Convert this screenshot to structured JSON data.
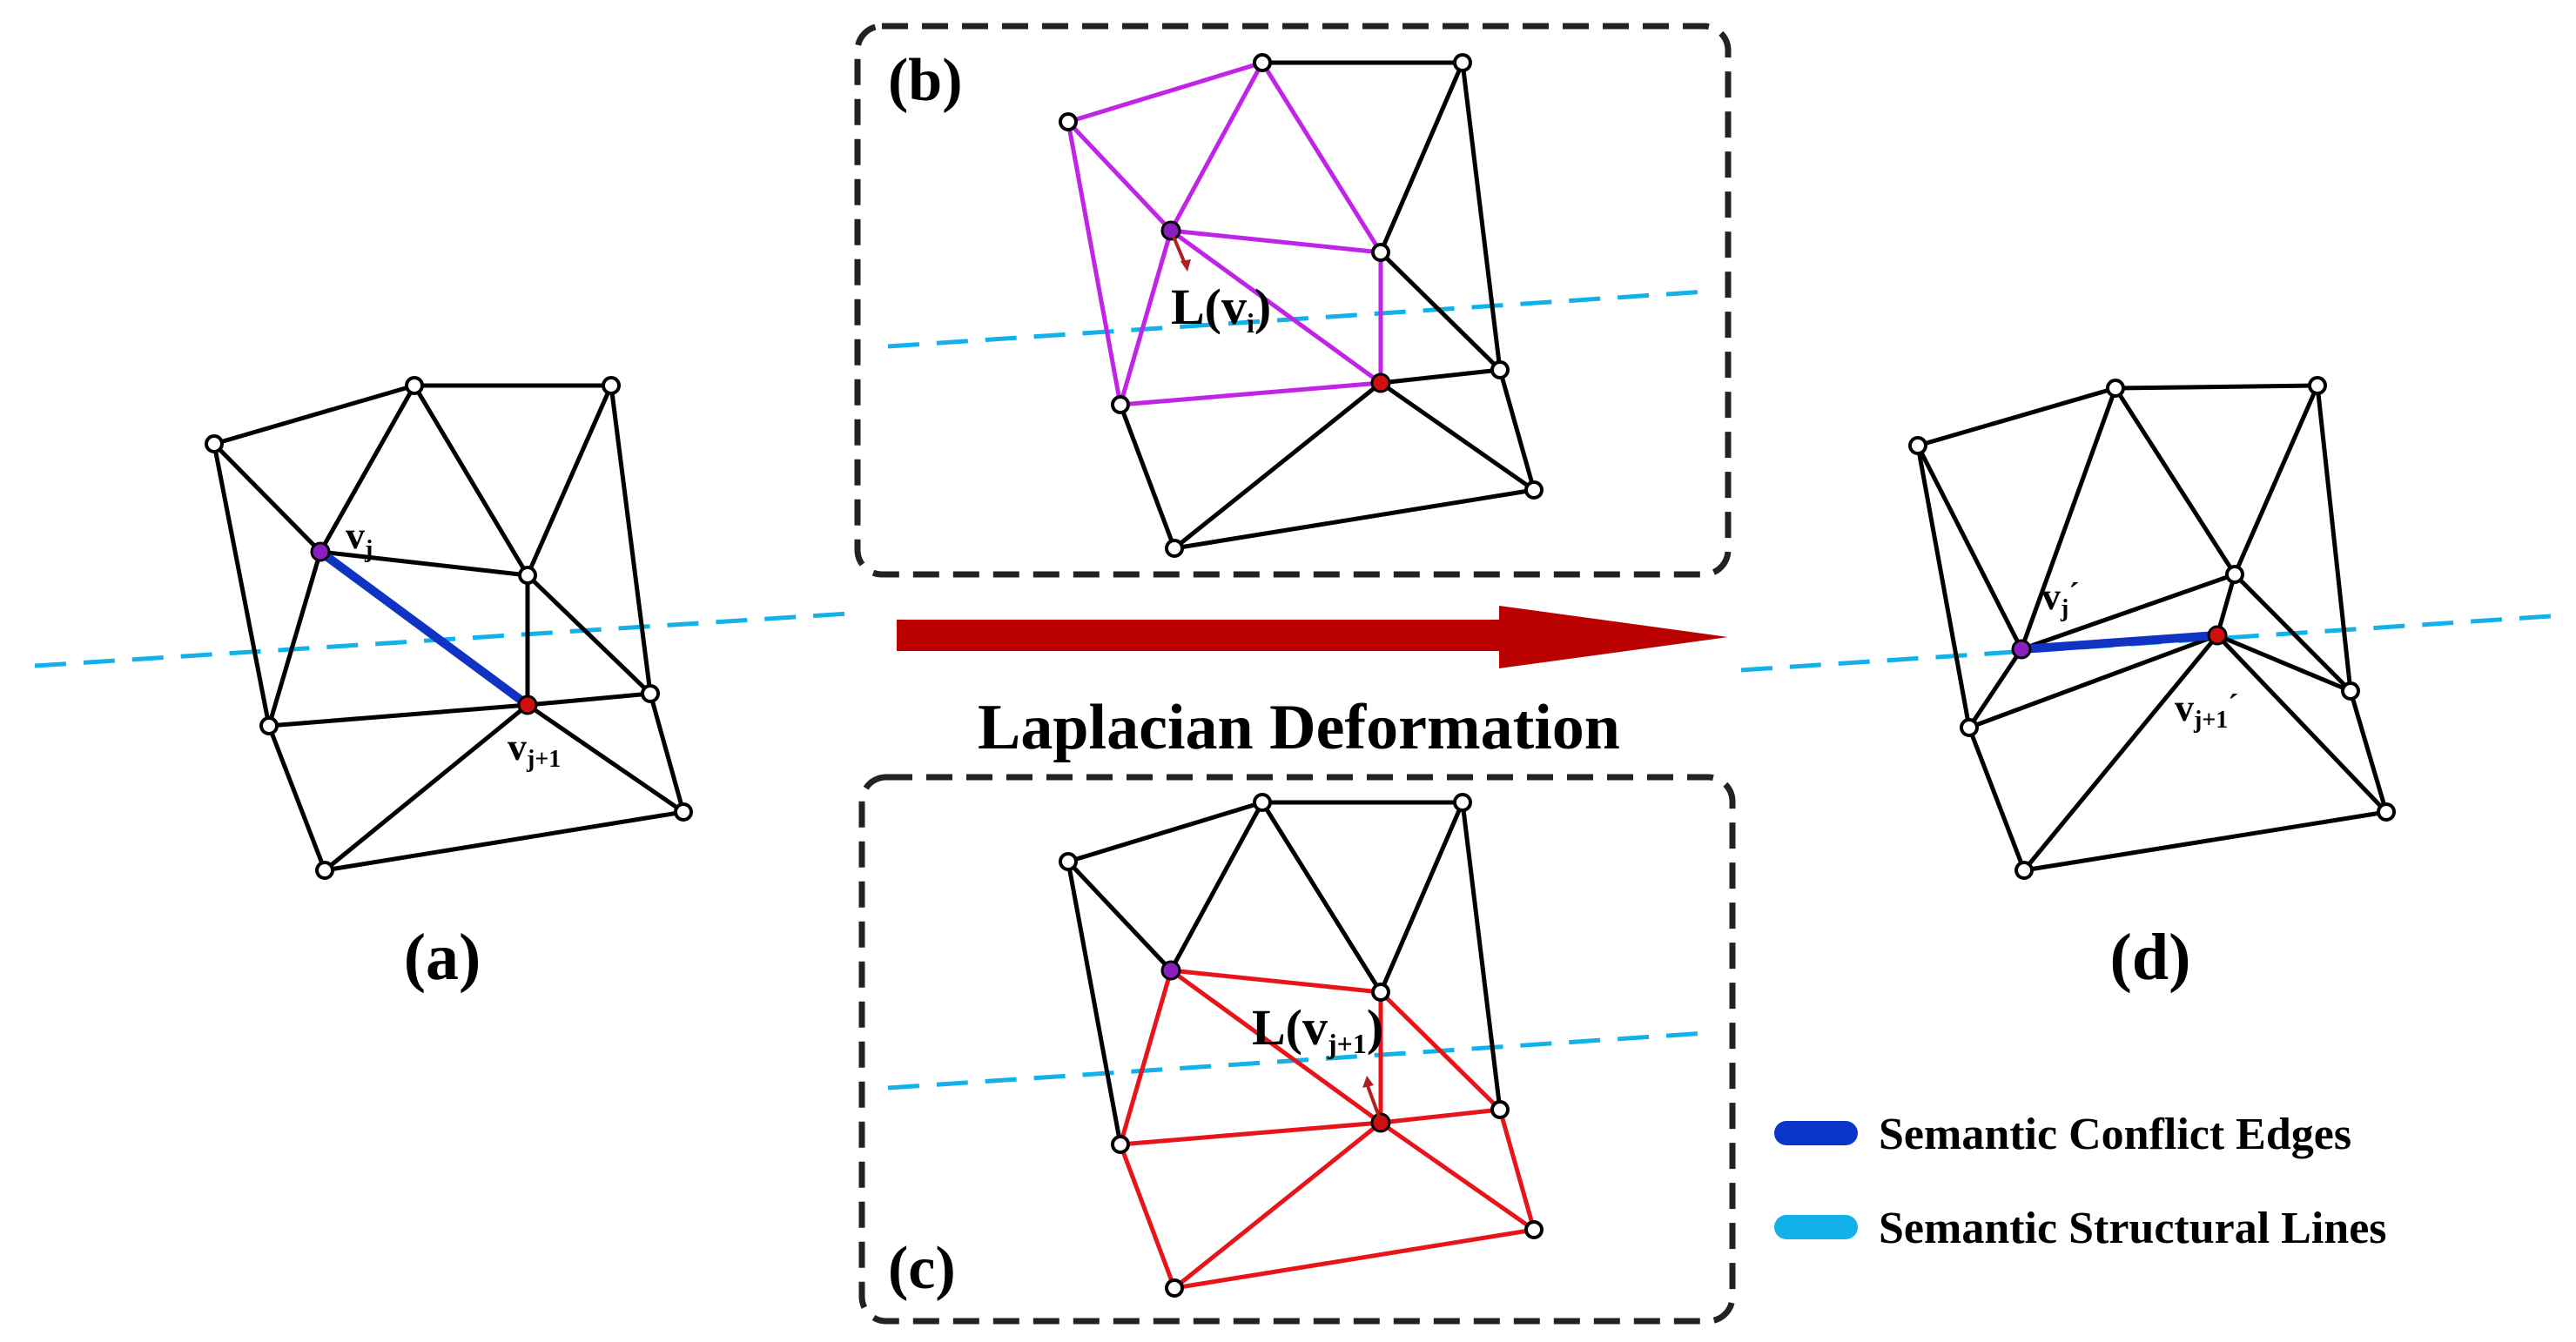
{
  "panels": {
    "a": {
      "label": "(a)",
      "v_j": "v",
      "v_j_sub": "j",
      "v_j1": "v",
      "v_j1_sub": "j+1"
    },
    "b": {
      "label": "(b)",
      "laplacian_prefix": "L(",
      "laplacian_v": "v",
      "laplacian_sub": "i",
      "laplacian_suffix": ")"
    },
    "c": {
      "label": "(c)",
      "laplacian_prefix": "L(",
      "laplacian_v": "v",
      "laplacian_sub": "j+1",
      "laplacian_suffix": ")"
    },
    "d": {
      "label": "(d)",
      "v_j": "v",
      "v_j_sub": "j",
      "v_j_prime": "´",
      "v_j1": "v",
      "v_j1_sub": "j+1",
      "v_j1_prime": "´"
    }
  },
  "arrow": {
    "caption": "Laplacian Deformation"
  },
  "legend": {
    "items": [
      {
        "label": "Semantic Conflict Edges",
        "color": "#0a35c9"
      },
      {
        "label": "Semantic Structural Lines",
        "color": "#12b1ea"
      }
    ]
  },
  "colors": {
    "mesh_edge": "#000000",
    "conflict_edge": "#1033c4",
    "structural_line": "#12b1ea",
    "neighborhood_b": "#c024e6",
    "neighborhood_c": "#e8141a",
    "arrow": "#bb0000",
    "vertex_j": "#8a1fbf",
    "vertex_j1": "#d01010"
  }
}
